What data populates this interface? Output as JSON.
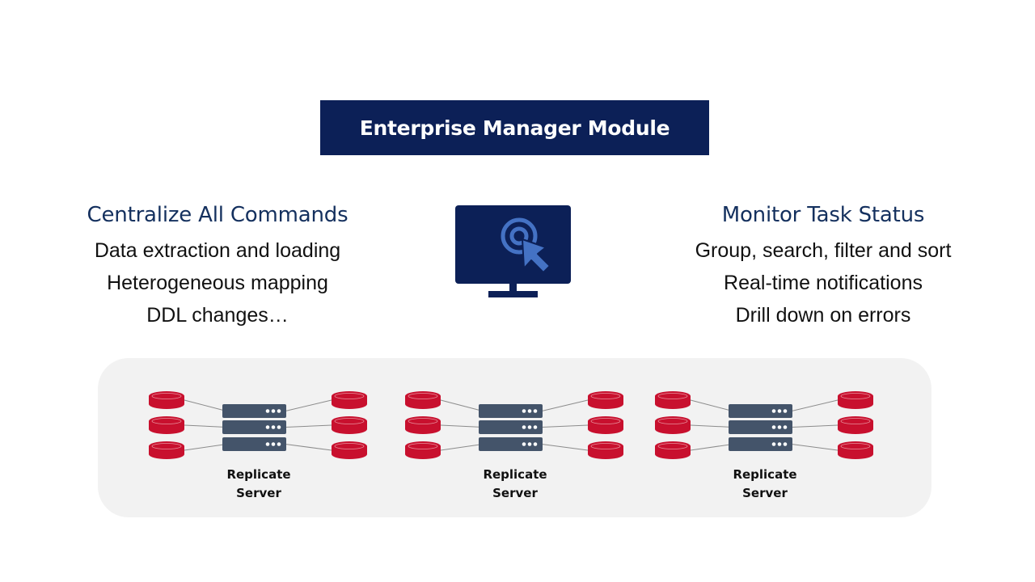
{
  "title": "Enterprise Manager Module",
  "left": {
    "heading": "Centralize All Commands",
    "items": [
      "Data extraction and loading",
      "Heterogeneous mapping",
      "DDL changes…"
    ]
  },
  "right": {
    "heading": "Monitor Task Status",
    "items": [
      "Group, search, filter and sort",
      "Real-time notifications",
      "Drill down on errors"
    ]
  },
  "monitor_icon": "monitor-with-pointer-icon",
  "clusters": [
    {
      "label_line1": "Replicate",
      "label_line2": "Server"
    },
    {
      "label_line1": "Replicate",
      "label_line2": "Server"
    },
    {
      "label_line1": "Replicate",
      "label_line2": "Server"
    }
  ],
  "colors": {
    "navy": "#0c2057",
    "heading_blue": "#14305e",
    "database_red": "#c8102e",
    "server_slate": "#44546a",
    "panel_gray": "#f2f2f2",
    "pointer_blue": "#4472c4"
  }
}
